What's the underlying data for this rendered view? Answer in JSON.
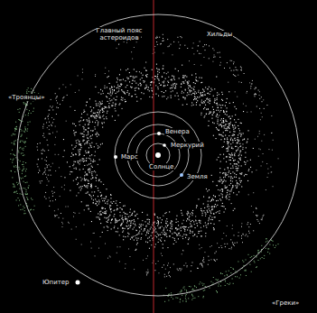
{
  "diagram": {
    "labels": [
      "Главный пояс астероидов",
      "Хильды",
      "«Троянцы»",
      "Венера",
      "Меркурий",
      "Марс",
      "Солнце",
      "Земля",
      "Юпитер",
      "«Греки»"
    ]
  }
}
